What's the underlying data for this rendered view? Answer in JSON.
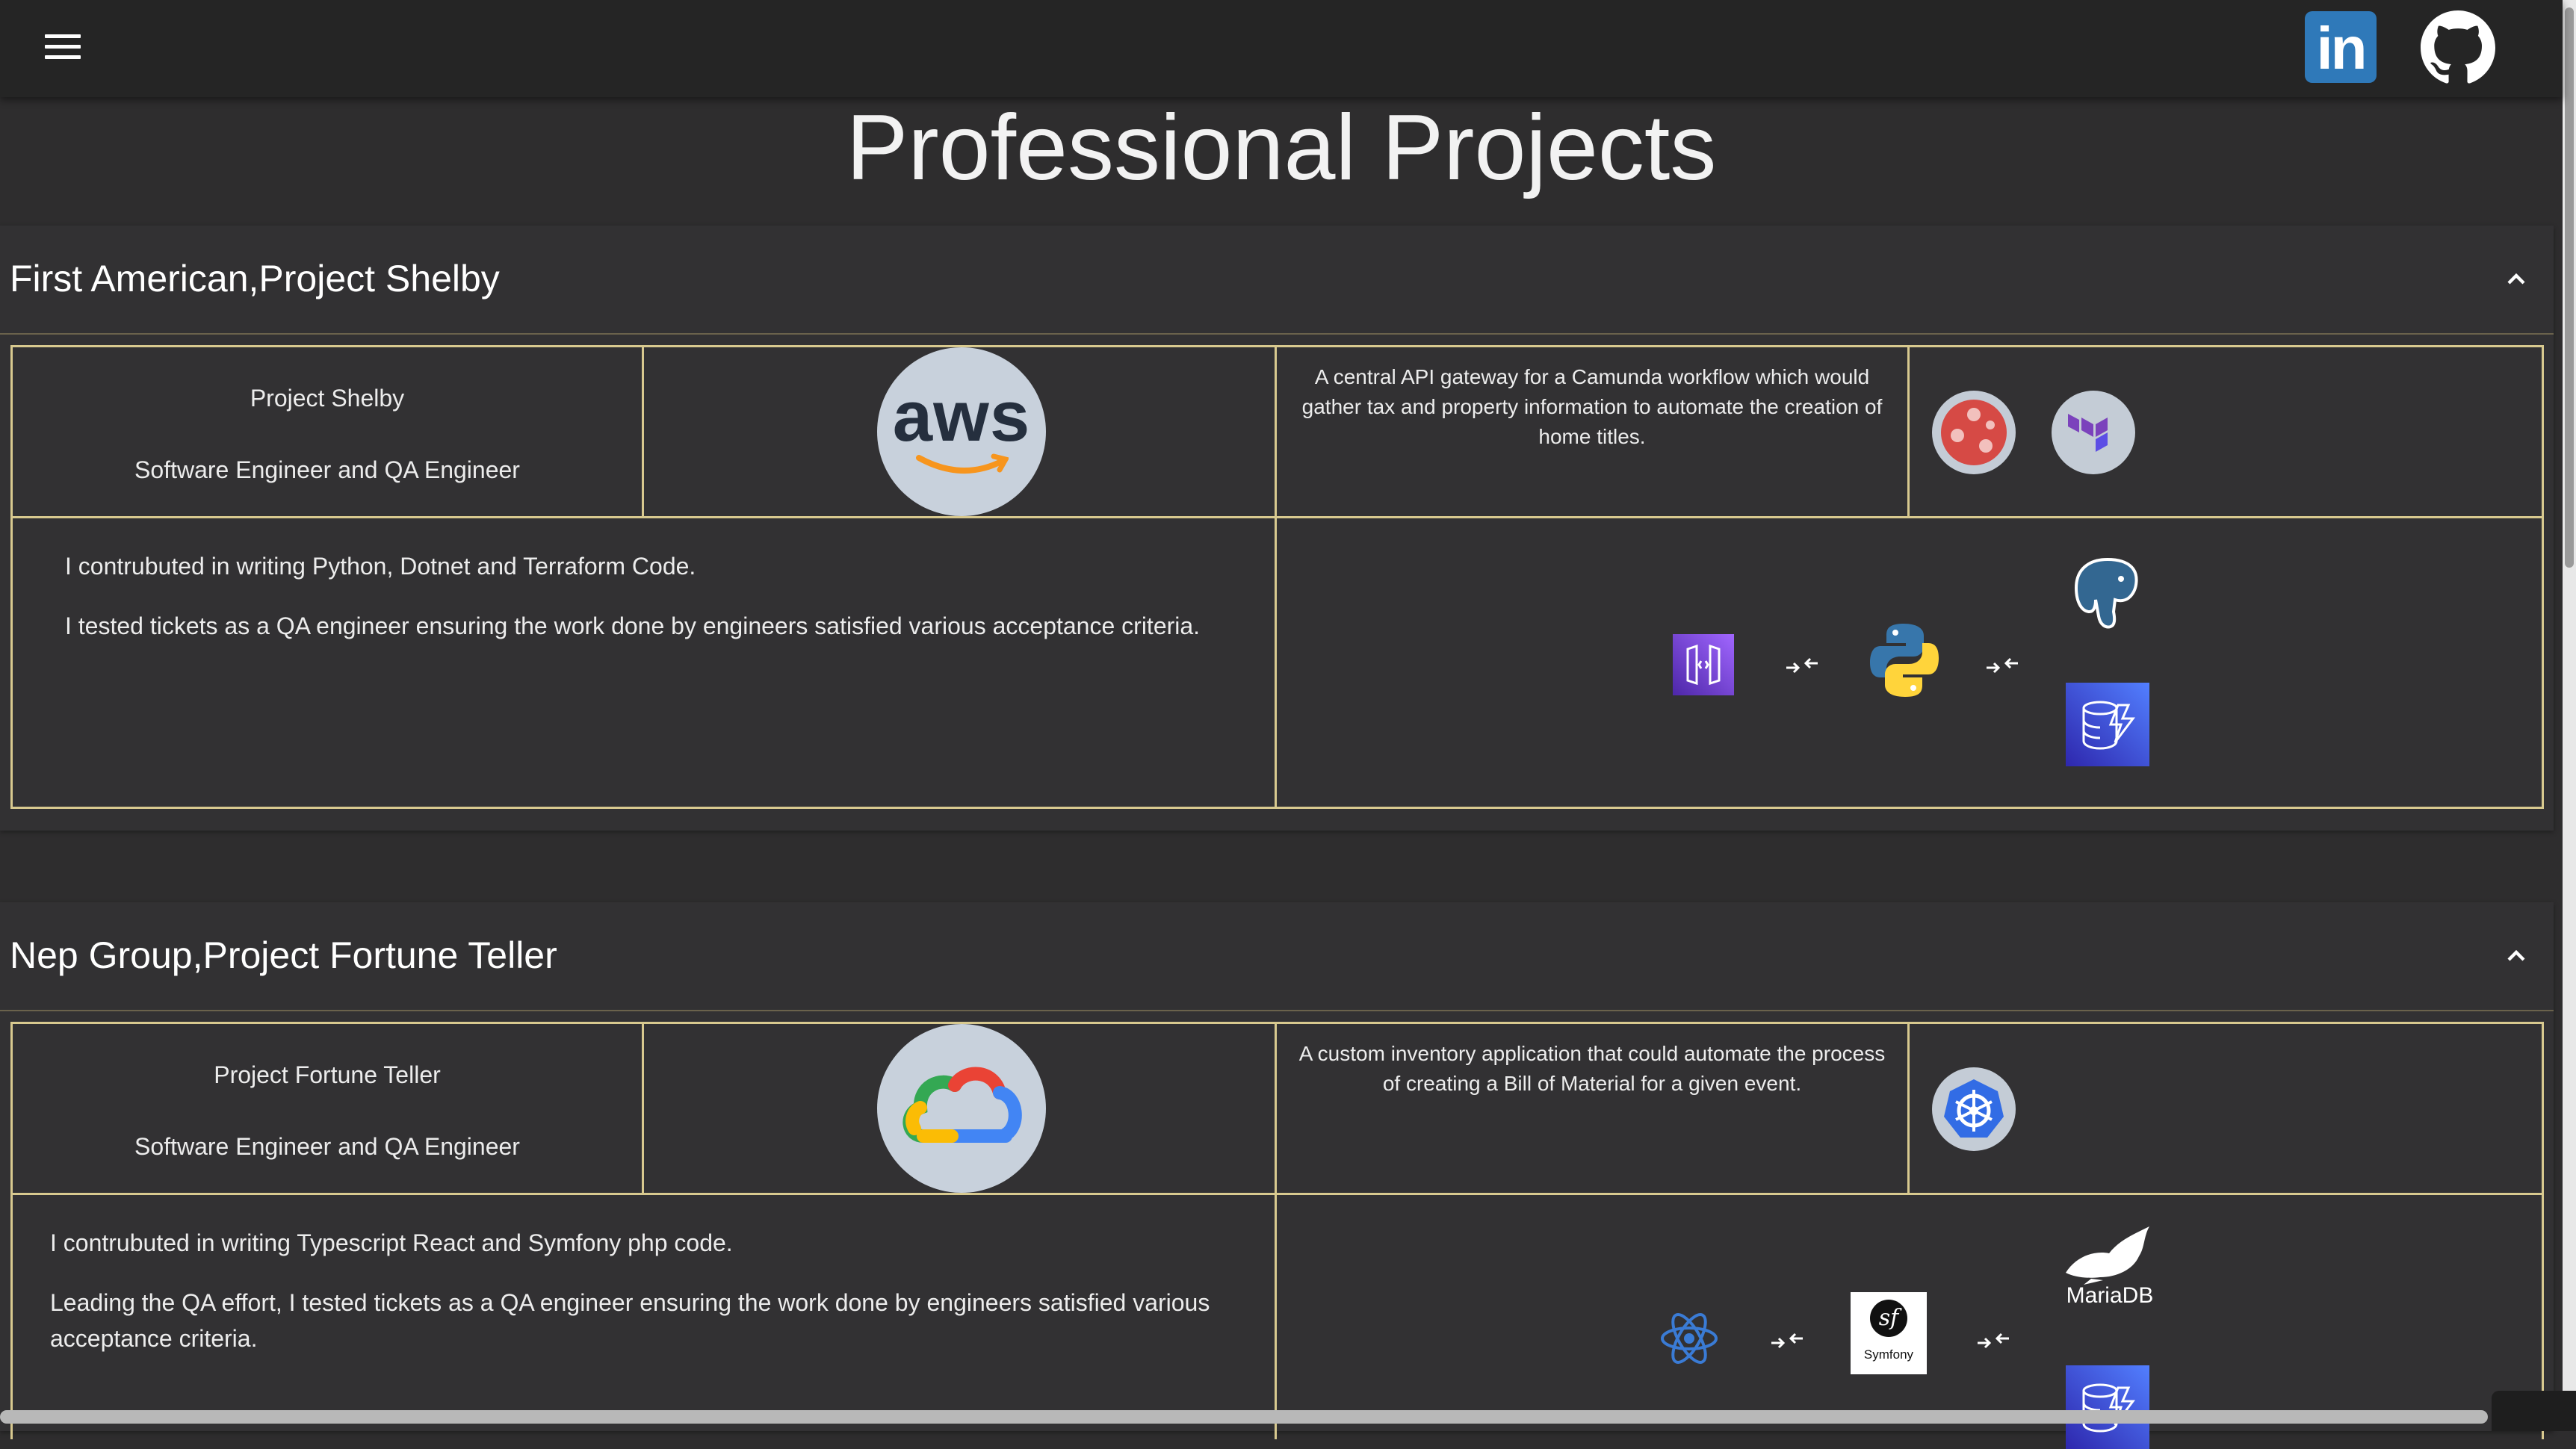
{
  "header": {
    "menu_icon": "hamburger-menu-icon",
    "linkedin_label": "in",
    "linkedin_color": "#2f79b9",
    "github_icon": "github-icon"
  },
  "page": {
    "title": "Professional Projects"
  },
  "projects": [
    {
      "header": "First American,Project Shelby",
      "name": "Project Shelby",
      "role": "Software Engineer and QA Engineer",
      "provider_logo": "aws-logo",
      "provider_text": "aws",
      "description": "A central API gateway for a Camunda workflow which would gather tax and property information to automate the creation of home titles.",
      "tech_icons": [
        "camunda-icon",
        "terraform-icon"
      ],
      "work": [
        "I contrubuted in writing Python, Dotnet and Terraform Code.",
        "I tested tickets as a QA engineer ensuring the work done by engineers satisfied various acceptance criteria."
      ],
      "flow_icons": [
        "aws-api-gateway-icon",
        "python-icon",
        "postgresql-icon",
        "aws-dynamodb-icon"
      ]
    },
    {
      "header": "Nep Group,Project Fortune Teller",
      "name": "Project Fortune Teller",
      "role": "Software Engineer and QA Engineer",
      "provider_logo": "google-cloud-logo",
      "description": "A custom inventory application that could automate the process of creating a Bill of Material for a given event.",
      "tech_icons": [
        "kubernetes-icon"
      ],
      "work": [
        "I contrubuted in writing Typescript React and Symfony php code.",
        "Leading the QA effort, I tested tickets as a QA engineer ensuring the work done by engineers satisfied various acceptance criteria."
      ],
      "flow_icons": [
        "react-icon",
        "symfony-icon",
        "mariadb-icon",
        "aws-dynamodb-icon"
      ],
      "symfony_label": "Symfony",
      "mariadb_label": "MariaDB"
    }
  ]
}
